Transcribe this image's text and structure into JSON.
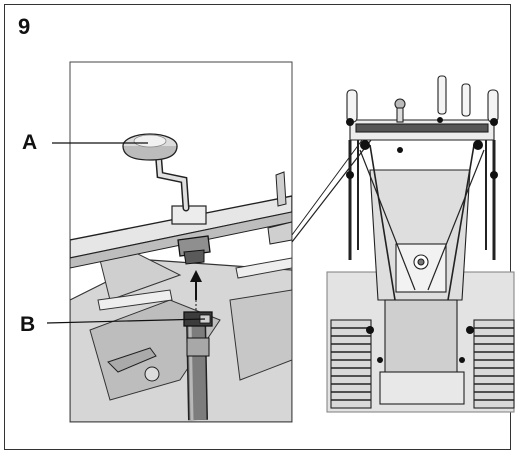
{
  "figure": {
    "number": "9",
    "callouts": {
      "a": "A",
      "b": "B"
    }
  },
  "colors": {
    "line": "#222222",
    "fill_light": "#e8e8e8",
    "fill_mid": "#c9c9c9",
    "fill_dark": "#9a9a9a"
  }
}
